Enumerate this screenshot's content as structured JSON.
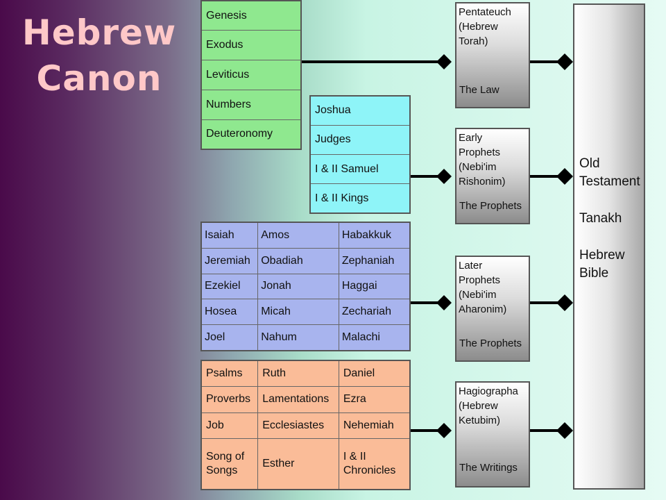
{
  "title": {
    "line1": "Hebrew",
    "line2": "Canon"
  },
  "torah_books": [
    [
      "Genesis"
    ],
    [
      "Exodus"
    ],
    [
      "Leviticus"
    ],
    [
      "Numbers"
    ],
    [
      "Deuteronomy"
    ]
  ],
  "early_prophets_books": [
    [
      "Joshua"
    ],
    [
      "Judges"
    ],
    [
      "I & II Samuel"
    ],
    [
      "I & II Kings"
    ]
  ],
  "latter_prophets_books": [
    [
      "Isaiah",
      "Amos",
      "Habakkuk"
    ],
    [
      "Jeremiah",
      "Obadiah",
      "Zephaniah"
    ],
    [
      "Ezekiel",
      "Jonah",
      "Haggai"
    ],
    [
      "Hosea",
      "Micah",
      "Zechariah"
    ],
    [
      "Joel",
      "Nahum",
      "Malachi"
    ]
  ],
  "writings_books": [
    [
      "Psalms",
      "Ruth",
      "Daniel"
    ],
    [
      "Proverbs",
      "Lamentations",
      "Ezra"
    ],
    [
      "Job",
      "Ecclesiastes",
      "Nehemiah"
    ],
    [
      "Song of Songs",
      "Esther",
      "I & II Chronicles"
    ]
  ],
  "categories": [
    {
      "name": "Pentateuch\n(Hebrew\n Torah)",
      "role": "The Law"
    },
    {
      "name": "Early\nProphets\n(Nebi'im\n Rishonim)",
      "role": "The Prophets"
    },
    {
      "name": "Later\nProphets\n(Nebi'im\n Aharonim)",
      "role": "The Prophets"
    },
    {
      "name": "Hagiographa\n(Hebrew\n Ketubim)",
      "role": "The Writings"
    }
  ],
  "old_testament": [
    "Old Testament",
    "Tanakh",
    "Hebrew Bible"
  ],
  "colors": {
    "torah": "#8fe88f",
    "early_prophets": "#8ef4f8",
    "latter_prophets": "#a8b4ee",
    "writings": "#fabc98",
    "connector": "#000000"
  }
}
